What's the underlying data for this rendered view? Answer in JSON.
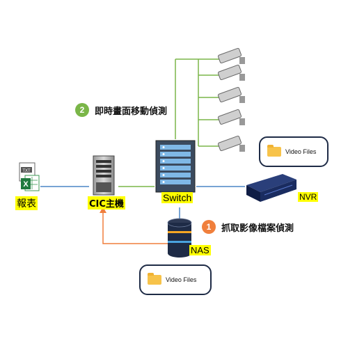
{
  "diagram": {
    "nodes": {
      "report": {
        "label": "報表",
        "file_badge": "TXT",
        "excel_badge": "X",
        "icon": "excel-report-icon"
      },
      "cic": {
        "label": "CIC主機",
        "icon": "server-tower-icon"
      },
      "switch": {
        "label": "Switch",
        "icon": "network-switch-icon"
      },
      "nvr": {
        "label": "NVR",
        "icon": "nvr-recorder-icon"
      },
      "nas": {
        "label": "NAS",
        "icon": "nas-storage-icon"
      },
      "cameras": {
        "count": 5,
        "icon": "cctv-camera-icon"
      }
    },
    "steps": [
      {
        "number": "2",
        "text": "即時畫面移動偵測",
        "color": "#7ab648"
      },
      {
        "number": "1",
        "text": "抓取影像檔案偵測",
        "color": "#f07f3c"
      }
    ],
    "bubbles": [
      {
        "text": "Video Files",
        "attached_to": "nvr"
      },
      {
        "text": "Video Files",
        "attached_to": "nas"
      }
    ],
    "colors": {
      "link_main": "#4a86c5",
      "link_camera": "#7ab648",
      "link_nas": "#f07f3c",
      "label_highlight": "#ffff00",
      "bubble_border": "#1e2b46"
    }
  }
}
